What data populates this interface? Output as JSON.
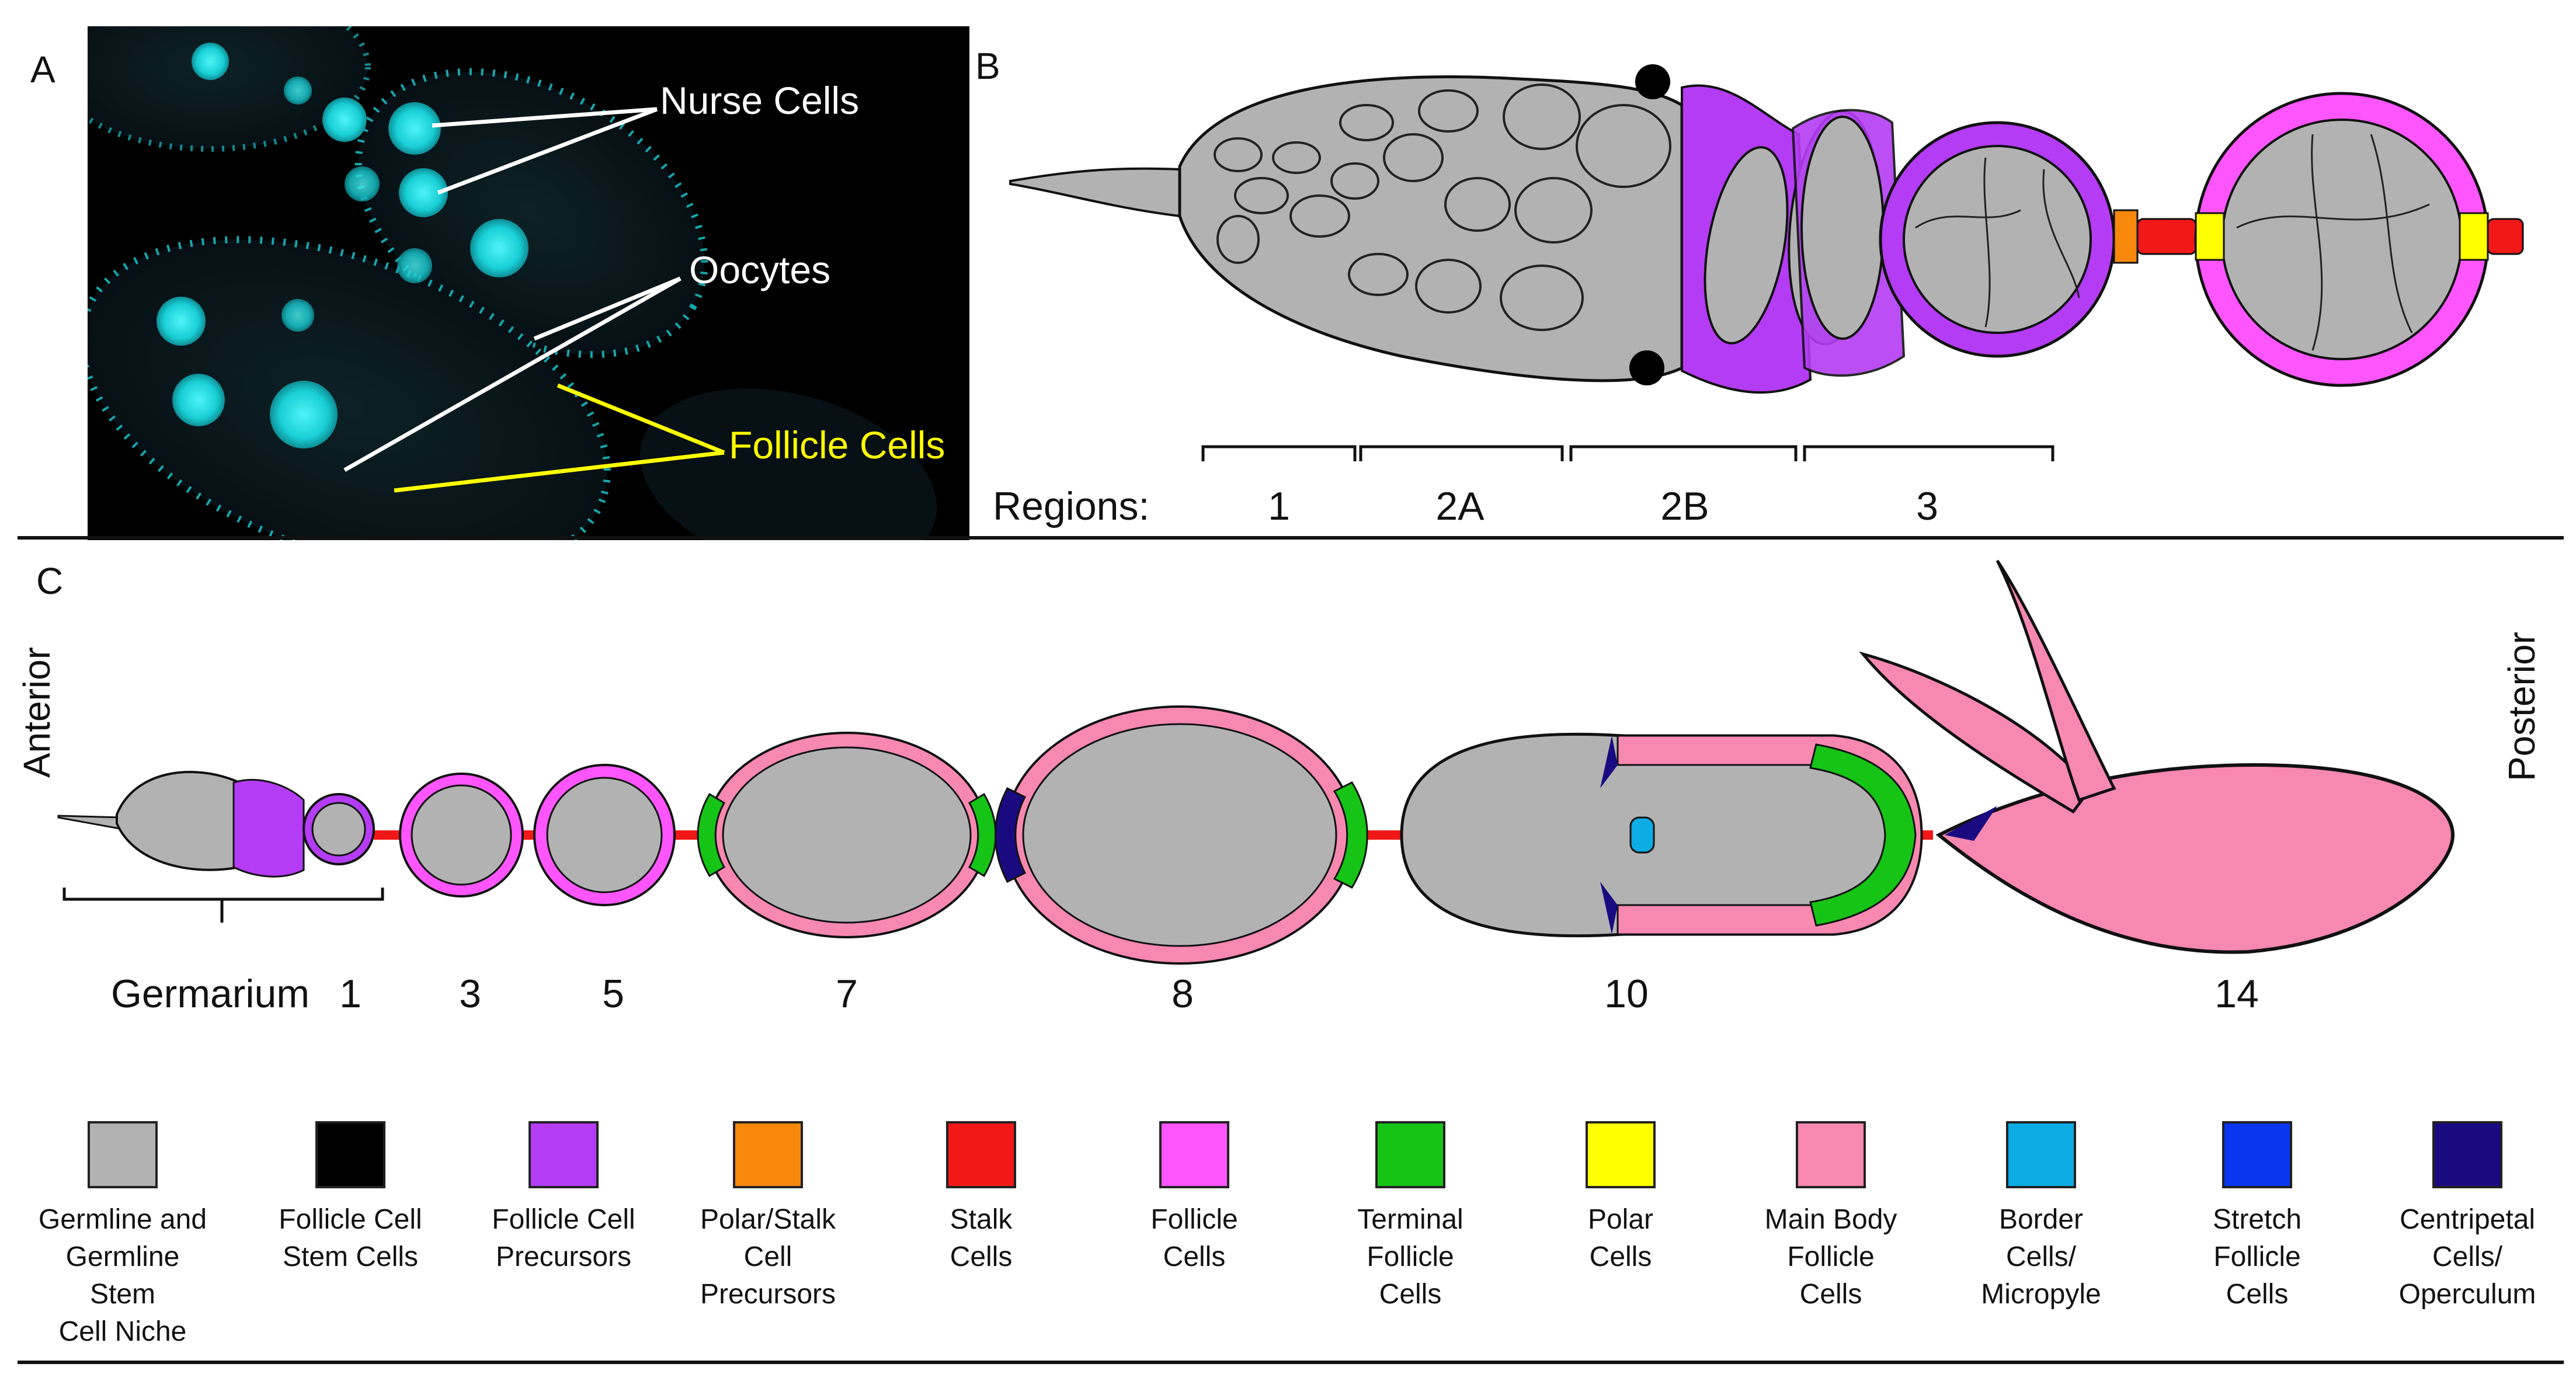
{
  "panel_letters": {
    "a": "A",
    "b": "B",
    "c": "C"
  },
  "micrograph": {
    "labels": {
      "nurse_cells": "Nurse Cells",
      "oocytes": "Oocytes",
      "follicle_cells": "Follicle Cells"
    },
    "colors": {
      "background": "#000000",
      "nuclei": "#19cfd6",
      "label": "#ffffff",
      "follicle_label": "#ffff00"
    }
  },
  "germarium_diagram": {
    "regions_title": "Regions:",
    "regions": [
      "1",
      "2A",
      "2B",
      "3"
    ]
  },
  "ovariole": {
    "orientation": {
      "anterior": "Anterior",
      "posterior": "Posterior"
    },
    "germarium_label": "Germarium",
    "stages": [
      "1",
      "3",
      "5",
      "7",
      "8",
      "10",
      "14"
    ]
  },
  "legend": [
    {
      "label": "Germline and\nGermline Stem\nCell Niche",
      "color": "#b2b2b2"
    },
    {
      "label": "Follicle Cell\nStem Cells",
      "color": "#000000"
    },
    {
      "label": "Follicle Cell\nPrecursors",
      "color": "#b43cf5"
    },
    {
      "label": "Polar/Stalk\nCell\nPrecursors",
      "color": "#f7880c"
    },
    {
      "label": "Stalk\nCells",
      "color": "#f21818"
    },
    {
      "label": "Follicle\nCells",
      "color": "#ff55ff"
    },
    {
      "label": "Terminal\nFollicle\nCells",
      "color": "#16c416"
    },
    {
      "label": "Polar\nCells",
      "color": "#ffff00"
    },
    {
      "label": "Main Body\nFollicle\nCells",
      "color": "#f788b0"
    },
    {
      "label": "Border\nCells/\nMicropyle",
      "color": "#0cace4"
    },
    {
      "label": "Stretch\nFollicle\nCells",
      "color": "#0a36f2"
    },
    {
      "label": "Centripetal\nCells/\nOperculum",
      "color": "#1a0a82"
    }
  ]
}
